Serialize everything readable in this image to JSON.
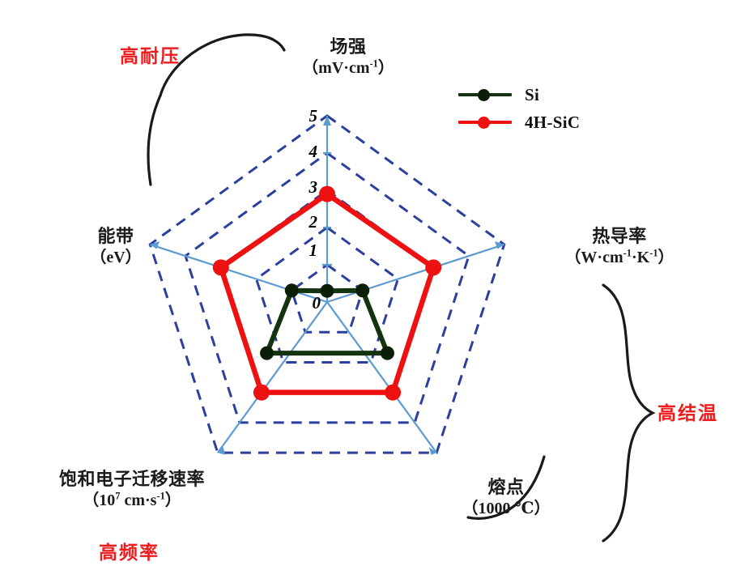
{
  "chart_data": {
    "type": "radar",
    "title": "",
    "categories": [
      "场强（mV·cm-1）",
      "热导率（W·cm-1·K-1）",
      "熔点（1000 ℃）",
      "饱和电子迁移速率（107 cm·s-1）",
      "能带（eV）"
    ],
    "tick_labels": [
      "0",
      "1",
      "2",
      "3",
      "4",
      "5"
    ],
    "rlim": [
      0,
      5
    ],
    "rings": 5,
    "grid": "dashed-pentagon",
    "legend_position": "top-right",
    "series": [
      {
        "name": "Si",
        "color": "#14330f",
        "values": [
          0.3,
          1.0,
          1.7,
          1.7,
          1.0
        ]
      },
      {
        "name": "4H-SiC",
        "color": "#ee1111",
        "values": [
          2.9,
          3.0,
          3.0,
          3.0,
          3.0
        ]
      }
    ],
    "annotations": [
      {
        "text": "高耐压",
        "position": "top-left",
        "color": "#ee1d1d"
      },
      {
        "text": "高结温",
        "position": "right",
        "color": "#ee1d1d"
      },
      {
        "text": "高频率",
        "position": "bottom-left",
        "color": "#ee1d1d"
      }
    ]
  },
  "axes": {
    "field": {
      "line1": "场强",
      "line2_pre": "（mV·cm",
      "line2_sup": "-1",
      "line2_post": "）"
    },
    "thermal": {
      "line1": "热导率",
      "line2_pre": "（W·cm",
      "line2_sup": "-1",
      "line2_mid": "·K",
      "line2_sup2": "-1",
      "line2_post": "）"
    },
    "melt": {
      "line1": "熔点",
      "line2": "（1000 ℃）"
    },
    "sat": {
      "line1": "饱和电子迁移速率",
      "line2_pre": "（10",
      "line2_sup": "7",
      "line2_mid": " cm·s",
      "line2_sup2": "-1",
      "line2_post": "）"
    },
    "band": {
      "line1": "能带",
      "line2": "（eV）"
    }
  },
  "ticks": {
    "t0": "0",
    "t1": "1",
    "t2": "2",
    "t3": "3",
    "t4": "4",
    "t5": "5"
  },
  "legend": {
    "series": [
      {
        "label": "Si",
        "color": "#14330f"
      },
      {
        "label": "4H-SiC",
        "color": "#ee1111"
      }
    ]
  },
  "callouts": {
    "high_voltage": "高耐压",
    "high_junction_temp": "高结温",
    "high_frequency": "高频率"
  },
  "colors": {
    "grid_dashed": "#2b3f9e",
    "axis_line": "#5b9bd0",
    "si": "#14330f",
    "sic": "#ee1111",
    "annotation_red": "#ee1d1d"
  }
}
